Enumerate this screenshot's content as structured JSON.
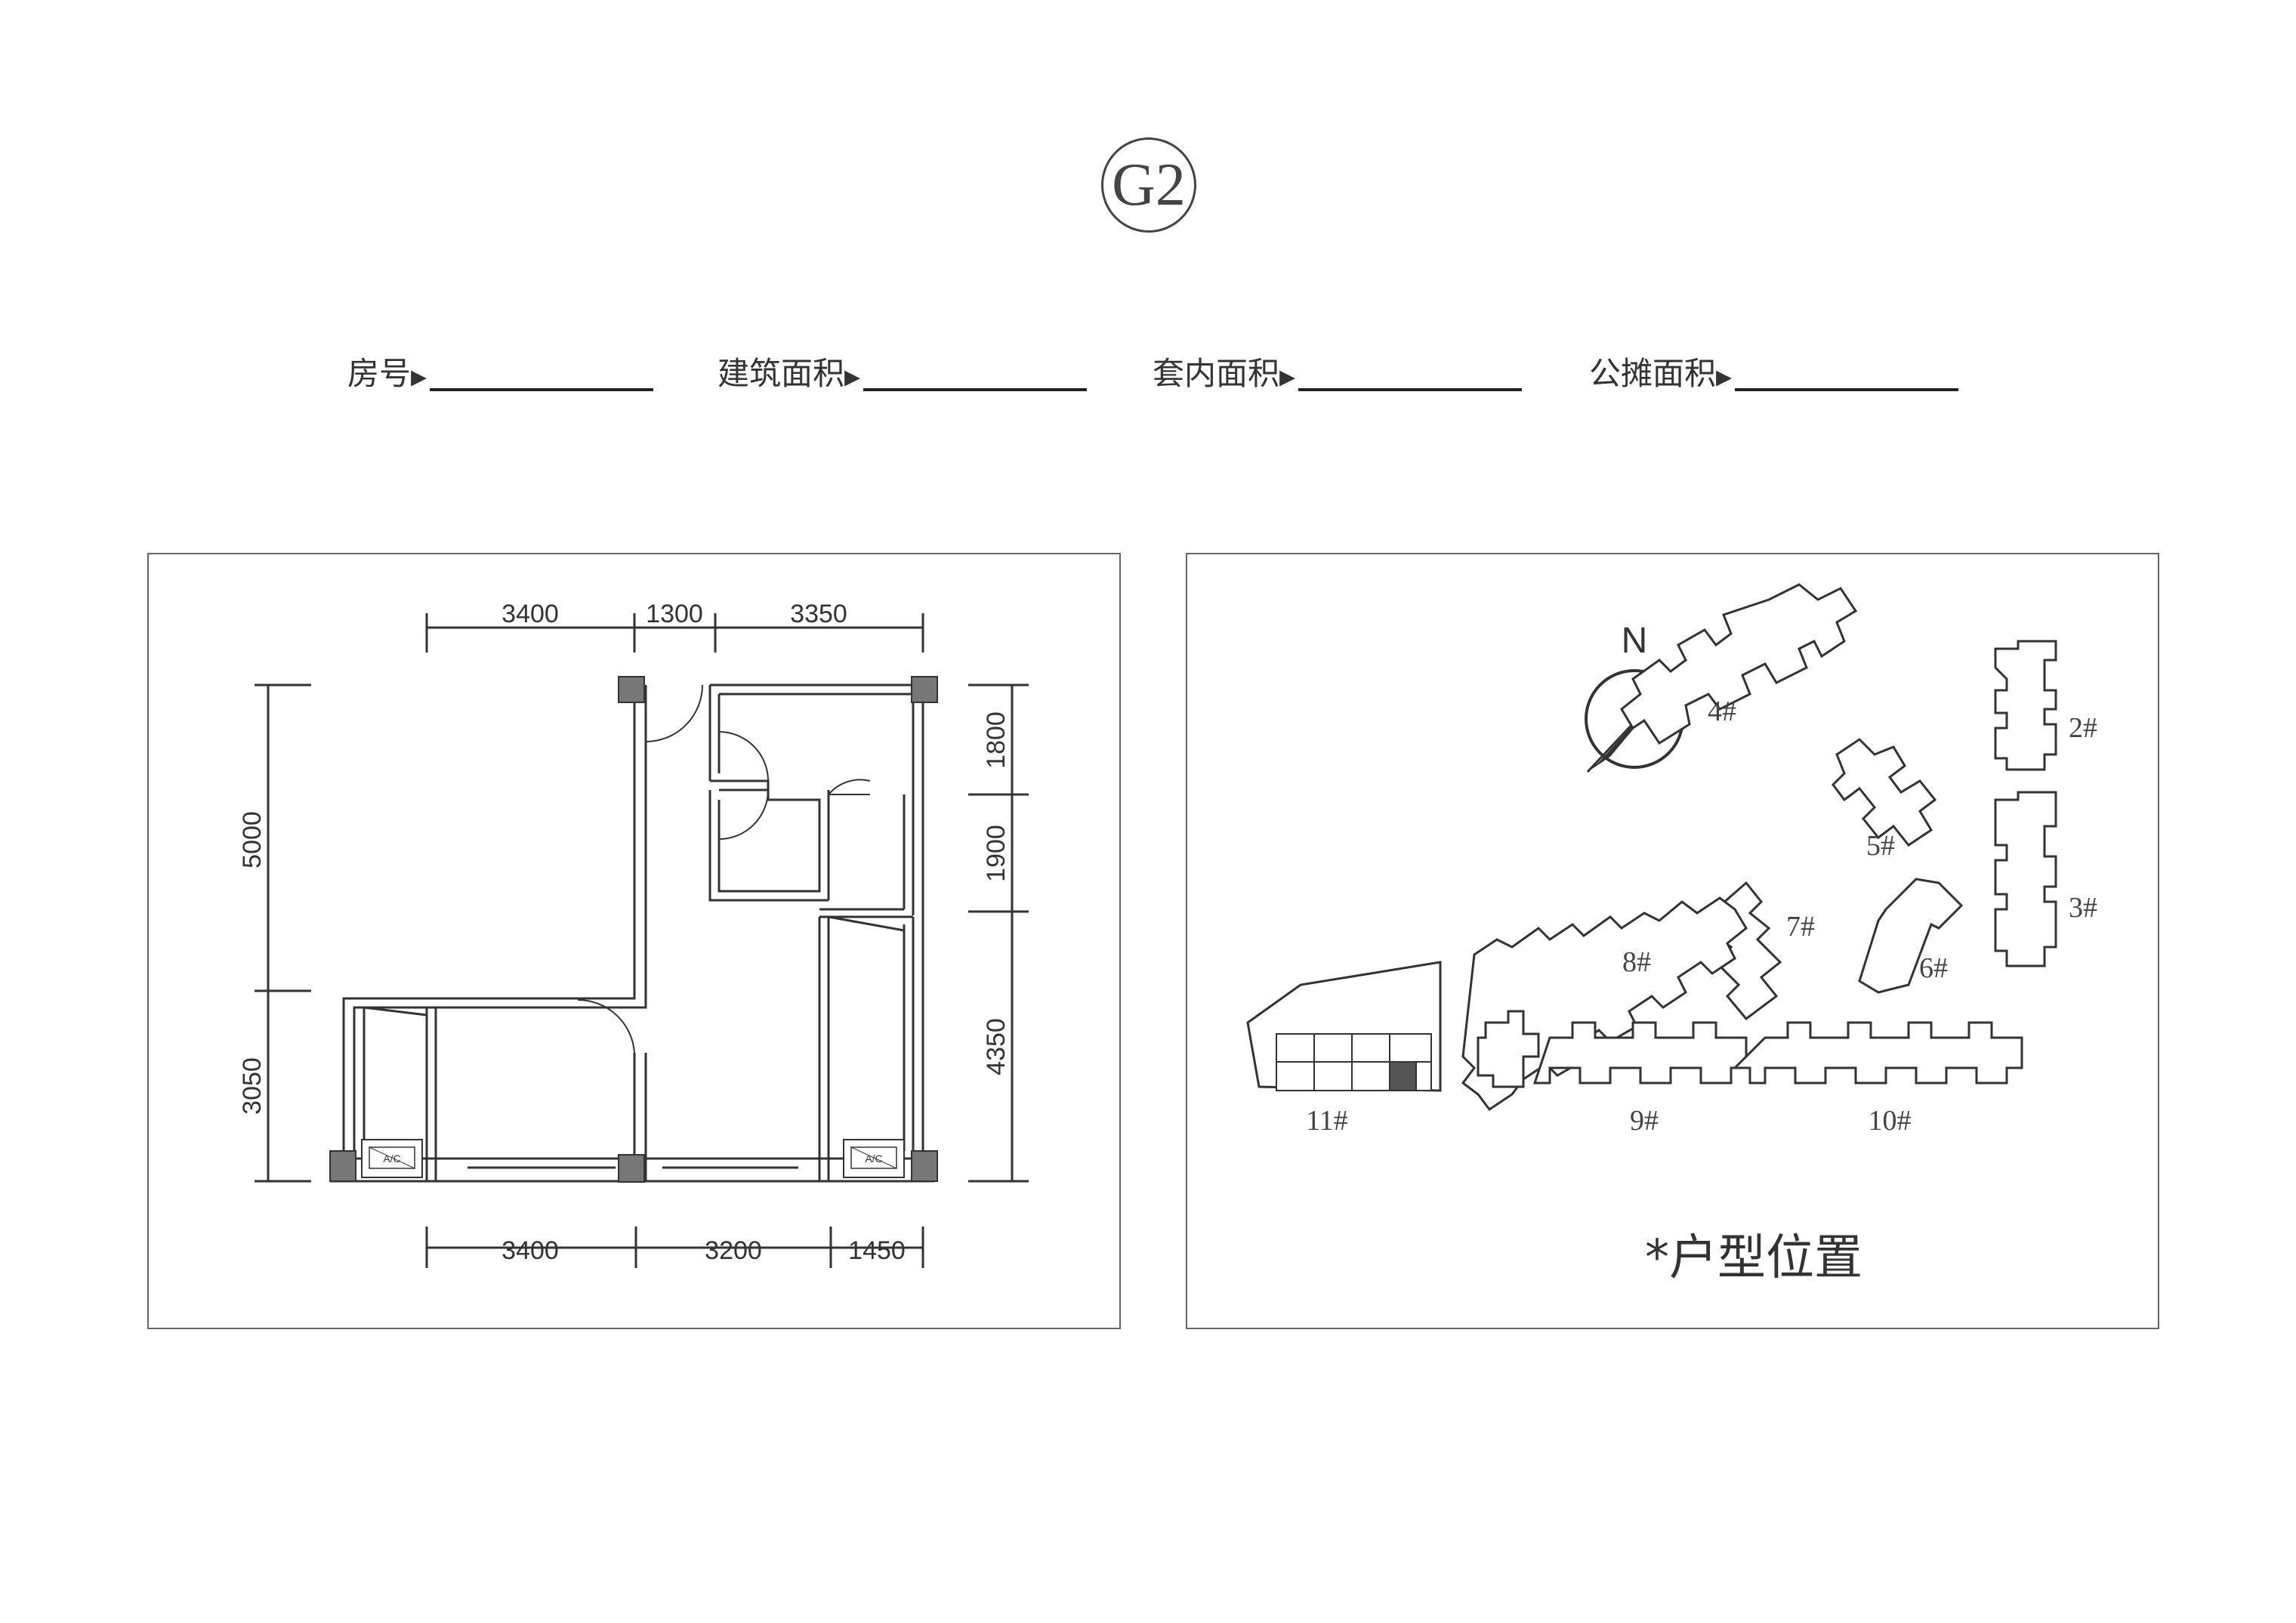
{
  "header": {
    "unit_badge": "G2"
  },
  "form_fields": [
    {
      "label": "房号"
    },
    {
      "label": "建筑面积"
    },
    {
      "label": "套内面积"
    },
    {
      "label": "公摊面积"
    }
  ],
  "floor_plan": {
    "top_dims": [
      "3400",
      "1300",
      "3350"
    ],
    "bottom_dims": [
      "3400",
      "3200",
      "1450"
    ],
    "left_dims": [
      "5000",
      "3050"
    ],
    "right_dims": [
      "1800",
      "1900",
      "4350"
    ],
    "ac_label": "A/C"
  },
  "site_plan": {
    "north_label": "N",
    "title": "*户型位置",
    "buildings": [
      "2#",
      "3#",
      "4#",
      "5#",
      "6#",
      "7#",
      "8#",
      "9#",
      "10#",
      "11#"
    ]
  }
}
